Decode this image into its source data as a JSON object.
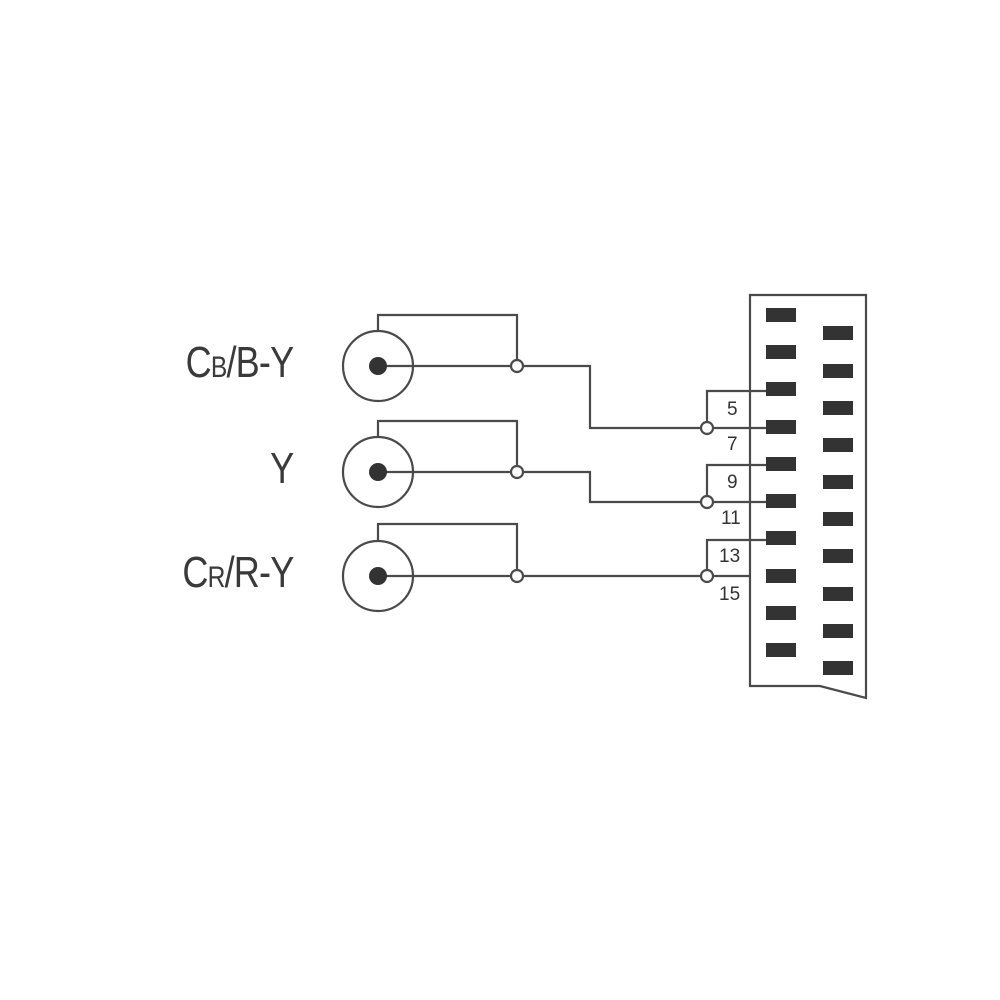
{
  "diagram": {
    "type": "wiring",
    "description": "Component video (RCA) to SCART connector wiring",
    "colors": {
      "line": "#4a4a4a",
      "pin_fill": "#333333",
      "background": "#ffffff"
    },
    "inputs": [
      {
        "id": "cb",
        "label_main": "C",
        "label_sub": "B",
        "label_rest": "/B-Y",
        "connector": "RCA jack",
        "scart_signal_pin": "7",
        "scart_ground_pin": "5"
      },
      {
        "id": "y",
        "label_main": "Y",
        "label_sub": "",
        "label_rest": "",
        "connector": "RCA jack",
        "scart_signal_pin": "11",
        "scart_ground_pin": "9"
      },
      {
        "id": "cr",
        "label_main": "C",
        "label_sub": "R",
        "label_rest": "/R-Y",
        "connector": "RCA jack",
        "scart_signal_pin": "15",
        "scart_ground_pin": "13"
      }
    ],
    "scart": {
      "pin_labels": [
        "5",
        "7",
        "9",
        "11",
        "13",
        "15"
      ],
      "left_column_pins": 10,
      "right_column_pins": 10
    }
  }
}
